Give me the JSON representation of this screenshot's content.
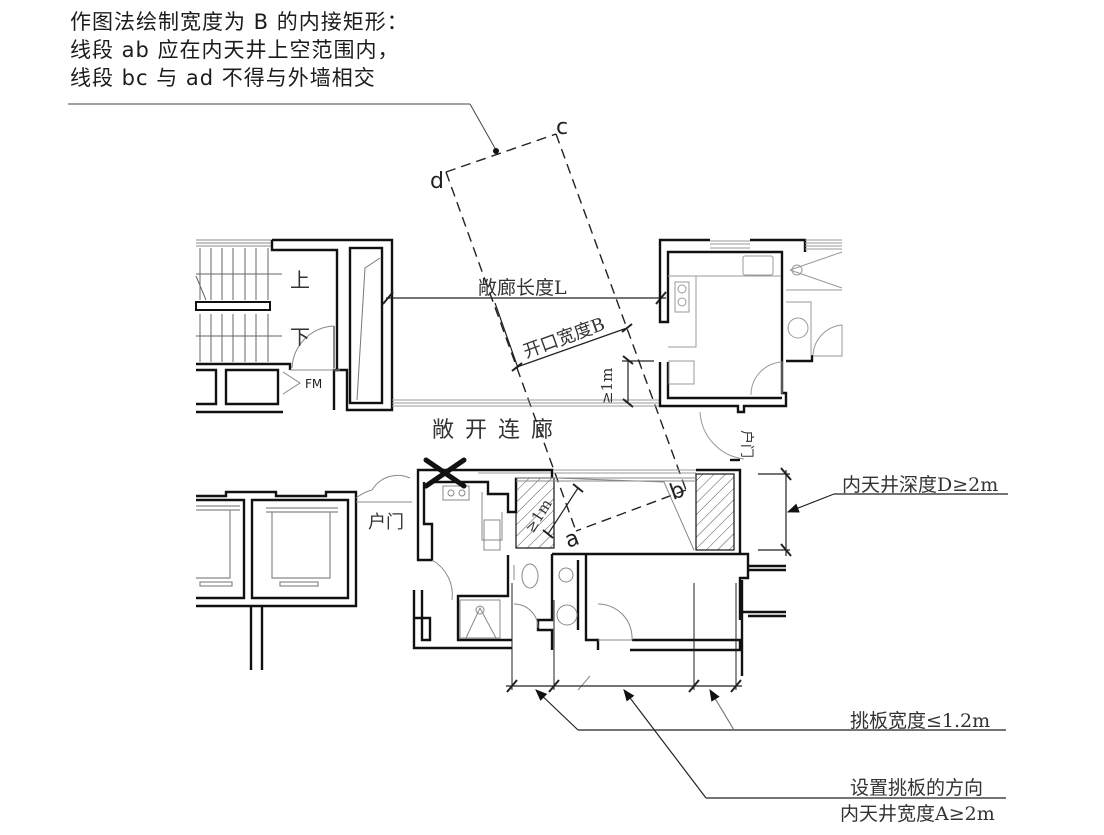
{
  "instruction_note": {
    "lines": [
      "作图法绘制宽度为 B 的内接矩形：",
      "线段 ab 应在内天井上空范围内，",
      "线段 bc 与 ad 不得与外墙相交"
    ]
  },
  "points": {
    "a": "a",
    "b": "b",
    "c": "c",
    "d": "d"
  },
  "labels": {
    "corridor_length": "敞廊长度L",
    "opening_width": "开口宽度B",
    "min_1m_top": "≥1m",
    "min_1m_bottom": "≥1m",
    "open_corridor": "敞 开 连 廊",
    "stair_up": "上",
    "stair_down": "下",
    "fm": "FM",
    "entry_door_left": "户门",
    "entry_door_right": "户门",
    "courtyard_depth": "内天井深度D≥2m",
    "cantilever_width": "挑板宽度≤1.2m",
    "cantilever_direction": "设置挑板的方向",
    "courtyard_width": "内天井宽度A≥2m"
  },
  "symbols": {
    "forbidden_mark": "cross-icon"
  },
  "colors": {
    "wall": "#111111",
    "thin_line": "#555555",
    "fixture": "#888888",
    "hatch": "#555555",
    "background": "#ffffff"
  }
}
